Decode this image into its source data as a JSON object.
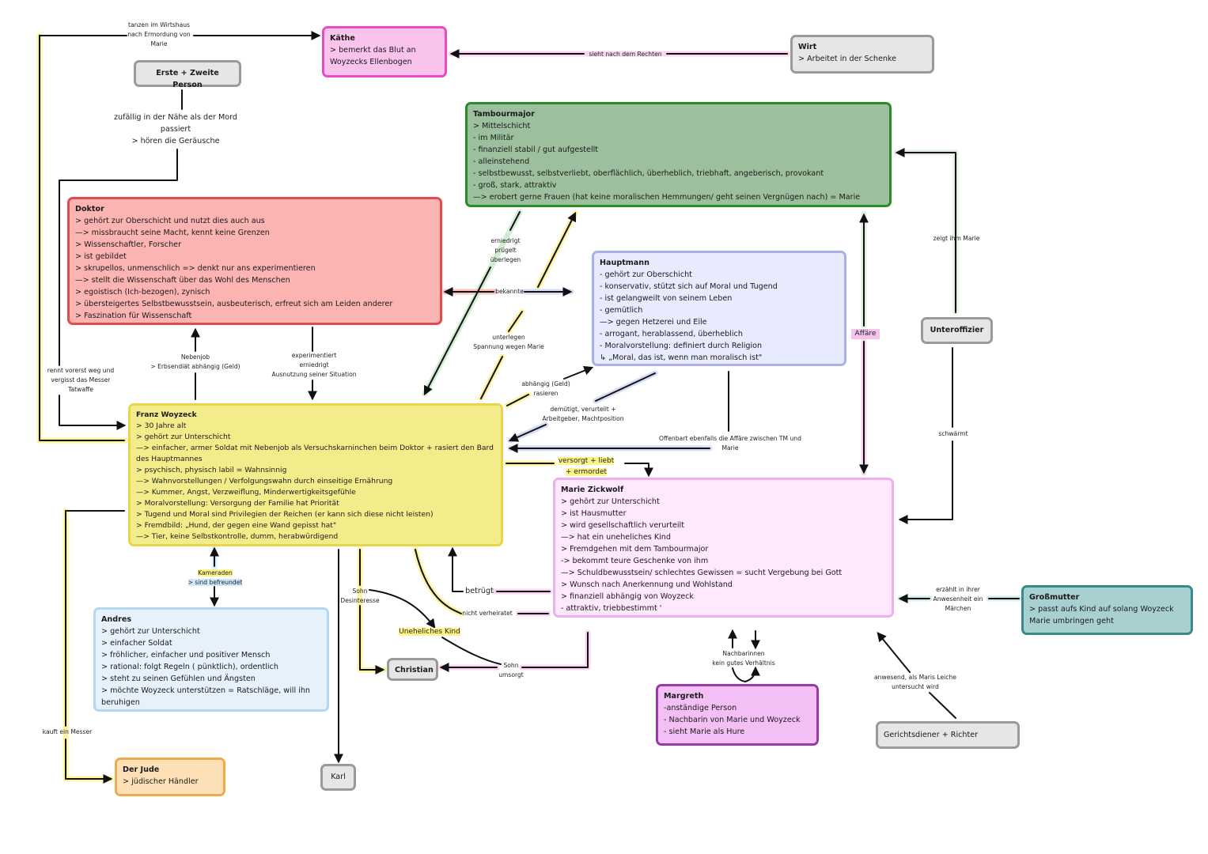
{
  "colors": {
    "gray": "#e6e6e6",
    "gray_border": "#9a9a9a",
    "pink": "#f9c3ec",
    "pink_border": "#e84bc4",
    "green": "#9cbf9d",
    "green_border": "#2b8a2b",
    "red": "#fbb4b2",
    "red_border": "#e24c4c",
    "lavender": "#e8eafd",
    "lavender_border": "#aab0e6",
    "yellow": "#f3ec8a",
    "yellow_border": "#e9d44a",
    "lightpink": "#fde8fd",
    "lightpink_border": "#eeb0ec",
    "lightblue": "#e6f1fb",
    "lightblue_border": "#b6d6f0",
    "orange": "#fde0b6",
    "orange_border": "#f3a94a",
    "teal": "#a8d0d1",
    "teal_border": "#3b8a8a",
    "violet": "#f3bff4",
    "violet_border": "#9a3aa6"
  },
  "nodes": {
    "kaethe": {
      "title": "Käthe",
      "lines": [
        "> bemerkt das Blut an",
        "Woyzecks Ellenbogen"
      ]
    },
    "wirt": {
      "title": "Wirt",
      "lines": [
        "> Arbeitet in der Schenke"
      ]
    },
    "erste_zweite": {
      "title": "Erste + Zweite Person"
    },
    "tambourmajor": {
      "title": "Tambourmajor",
      "lines": [
        "> Mittelschicht",
        "- im Militär",
        "- finanziell stabil / gut aufgestellt",
        "- alleinstehend",
        "- selbstbewusst, selbstverliebt, oberflächlich, überheblich, triebhaft, angeberisch, provokant",
        "- groß, stark, attraktiv",
        "—> erobert gerne Frauen (hat keine moralischen Hemmungen/ geht seinen Vergnügen nach) = Marie"
      ]
    },
    "doktor": {
      "title": "Doktor",
      "lines": [
        "> gehört zur Oberschicht und nutzt dies auch aus",
        "—> missbraucht seine Macht, kennt keine Grenzen",
        "> Wissenschaftler, Forscher",
        "> ist gebildet",
        "> skrupellos, unmenschlich => denkt nur ans experimentieren",
        "—> stellt die Wissenschaft über das Wohl des Menschen",
        "> egoistisch (Ich-bezogen), zynisch",
        "> übersteigertes Selbstbewusstsein, ausbeuterisch, erfreut sich am Leiden anderer",
        "> Faszination für Wissenschaft"
      ]
    },
    "hauptmann": {
      "title": "Hauptmann",
      "lines": [
        "- gehört zur Oberschicht",
        "- konservativ, stützt sich auf Moral und Tugend",
        "- ist gelangweilt von seinem Leben",
        "- gemütlich",
        "—> gegen Hetzerei und Eile",
        "- arrogant, herablassend, überheblich",
        "- Moralvorstellung: definiert durch Religion",
        "↳ „Moral, das ist, wenn man moralisch ist\""
      ]
    },
    "unteroffizier": {
      "title": "Unteroffizier"
    },
    "woyzeck": {
      "title": "Franz Woyzeck",
      "lines": [
        "> 30 Jahre alt",
        "> gehört zur Unterschicht",
        "—> einfacher, armer Soldat mit Nebenjob als Versuchskarninchen beim Doktor + rasiert den Bard des Hauptmannes",
        "> psychisch, physisch labil = Wahnsinnig",
        "—> Wahnvorstellungen / Verfolgungswahn durch einseitige Ernährung",
        "—> Kummer, Angst, Verzweiflung, Minderwertigkeitsgefühle",
        "> Moralvorstellung:  Versorgung der Familie hat Priorität",
        "> Tugend und Moral sind Privilegien der Reichen (er kann sich diese nicht leisten)",
        "> Fremdbild: „Hund, der gegen eine Wand gepisst hat\"",
        "—> Tier, keine Selbstkontrolle, dumm, herabwürdigend"
      ]
    },
    "marie": {
      "title": "Marie Zickwolf",
      "lines": [
        "> gehört zur Unterschicht",
        "> ist Hausmutter",
        "> wird gesellschaftlich verurteilt",
        "—> hat ein uneheliches Kind",
        "> Fremdgehen mit dem Tambourmajor",
        "-> bekommt teure Geschenke von ihm",
        "—> Schuldbewusstsein/ schlechtes Gewissen = sucht Vergebung bei Gott",
        "> Wunsch nach Anerkennung und Wohlstand",
        "> finanziell abhängig von Woyzeck",
        "- attraktiv, triebbestimmt '"
      ]
    },
    "andres": {
      "title": "Andres",
      "lines": [
        "> gehört zur Unterschicht",
        "> einfacher Soldat",
        "> fröhlicher, einfacher und positiver Mensch",
        "> rational: folgt Regeln ( pünktlich), ordentlich",
        "> steht zu seinen Gefühlen und Ängsten",
        "> möchte Woyzeck unterstützen = Ratschläge, will ihn beruhigen"
      ]
    },
    "grossmutter": {
      "title": "Großmutter",
      "lines": [
        "> passt aufs Kind auf solang  Woyzeck",
        "Marie umbringen geht"
      ]
    },
    "christian": {
      "title": "Christian"
    },
    "margreth": {
      "title": "Margreth",
      "lines": [
        "-anständige Person",
        "- Nachbarin von Marie und Woyzeck",
        "- sieht Marie als Hure"
      ]
    },
    "gerichtsdiener": {
      "title": "Gerichtsdiener + Richter"
    },
    "jude": {
      "title": "Der Jude",
      "lines": [
        "> jüdischer Händler"
      ]
    },
    "karl": {
      "title": "Karl"
    }
  },
  "edges": {
    "tanzen": [
      "tanzen im Wirtshaus",
      "nach Ermordung von",
      "Marie"
    ],
    "sieht_rechten": [
      "sieht nach dem Rechten"
    ],
    "zufaellig": [
      "zufällig in der Nähe als der Mord",
      "passiert",
      "> hören die Geräusche"
    ],
    "rennt": [
      "rennt vorerst weg und",
      "vergisst das Messer",
      "Tatwaffe"
    ],
    "erniedrigt": [
      "erniedrigt",
      "prügelt",
      "überlegen"
    ],
    "bekannte": [
      "bekannte"
    ],
    "unterlegen": [
      "unterlegen",
      "Spannung wegen Marie"
    ],
    "nebenjob": [
      "Nebenjob",
      "> Erbsendiät abhängig (Geld)"
    ],
    "experimentiert": [
      "experimentiert",
      "erniedrigt",
      "Ausnutzung seiner Situation"
    ],
    "abhaengig": [
      "abhängig (Geld)",
      "rasieren"
    ],
    "demuetigt": [
      "demütigt, verurteilt +",
      "Arbeitgeber, Machtposition"
    ],
    "offenbart": [
      "Offenbart ebenfalls die Affäre zwischen TM und",
      "Marie"
    ],
    "zeigt": [
      "zeigt ihm Marie"
    ],
    "affaere": [
      "Affäre"
    ],
    "schwaermt": [
      "schwärmt"
    ],
    "versorgt": [
      "versorgt + liebt",
      "+ ermordet"
    ],
    "kameraden": [
      "Kameraden",
      "> sind befreundet"
    ],
    "sohn_desinteresse": [
      "Sohn",
      "Desinteresse"
    ],
    "uneheliches": [
      "Uneheliches Kind"
    ],
    "betruegt": [
      "betrügt"
    ],
    "nicht_verheiratet": [
      "nicht verheiratet"
    ],
    "sohn_umsorgt": [
      "Sohn",
      "umsorgt"
    ],
    "erzaehlt": [
      "erzählt in ihrer",
      "Anwesenheit ein",
      "Märchen"
    ],
    "nachbarinnen": [
      "Nachbarinnen",
      "kein gutes Verhältnis"
    ],
    "anwesend": [
      "anwesend, als Maris Leiche",
      "untersucht wird"
    ],
    "kauft": [
      "kauft ein Messer"
    ]
  }
}
